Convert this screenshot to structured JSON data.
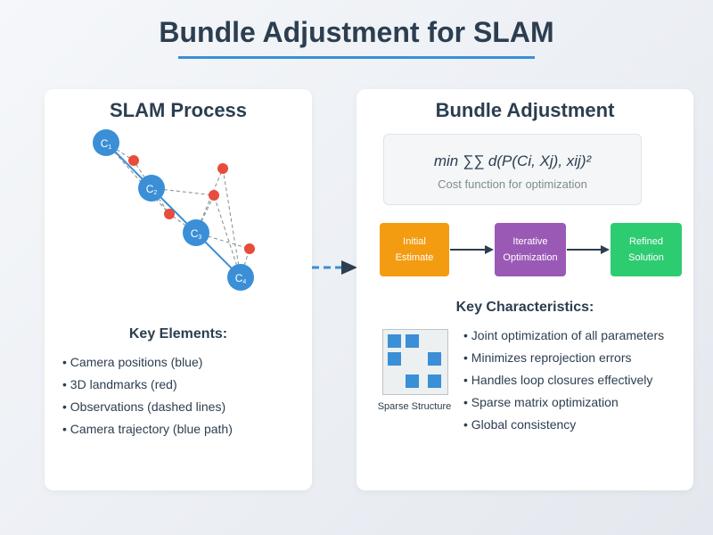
{
  "title": "Bundle Adjustment for SLAM",
  "left_panel": {
    "title": "SLAM Process",
    "cameras": [
      {
        "label": "C",
        "sub": "1"
      },
      {
        "label": "C",
        "sub": "2"
      },
      {
        "label": "C",
        "sub": "3"
      },
      {
        "label": "C",
        "sub": "4"
      }
    ],
    "elements_heading": "Key Elements:",
    "elements": [
      "• Camera positions (blue)",
      "• 3D landmarks (red)",
      "• Observations (dashed lines)",
      "• Camera trajectory (blue path)"
    ]
  },
  "right_panel": {
    "title": "Bundle Adjustment",
    "formula": "min ∑∑ d(P(Ci, Xj), xij)²",
    "formula_caption": "Cost function for optimization",
    "flow": [
      {
        "line1": "Initial",
        "line2": "Estimate",
        "color": "#f39c12"
      },
      {
        "line1": "Iterative",
        "line2": "Optimization",
        "color": "#9b59b6"
      },
      {
        "line1": "Refined",
        "line2": "Solution",
        "color": "#2ecc71"
      }
    ],
    "characteristics_heading": "Key Characteristics:",
    "matrix_caption": "Sparse Structure",
    "characteristics": [
      "• Joint optimization of all parameters",
      "• Minimizes reprojection errors",
      "• Handles loop closures effectively",
      "• Sparse matrix optimization",
      "• Global consistency"
    ]
  },
  "colors": {
    "camera": "#3a8fd6",
    "landmark": "#e74c3c",
    "observation": "#7f8c8d",
    "title_text": "#2c3e50"
  }
}
